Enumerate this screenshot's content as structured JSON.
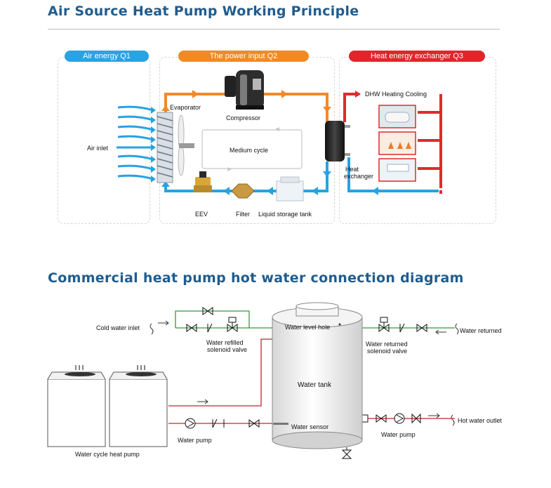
{
  "title_principle": "Air Source Heat Pump Working Principle",
  "title_connection": "Commercial heat pump hot water connection diagram",
  "sections": {
    "air_energy": "Air energy Q1",
    "power_input": "The power input Q2",
    "heat_exchanger": "Heat energy exchanger Q3"
  },
  "principle_labels": {
    "evaporator": "Evaporator",
    "compressor": "Compressor",
    "air_inlet": "Air inlet",
    "medium_cycle": "Medium cycle",
    "eev": "EEV",
    "filter": "Filter",
    "liquid_storage_tank": "Liquid storage tank",
    "heat_exchanger_line1": "Heat",
    "heat_exchanger_line2": "exchanger",
    "dhw": "DHW Heating Cooling"
  },
  "connection_labels": {
    "cold_water_inlet": "Cold water inlet",
    "water_refilled_line1": "Water refilled",
    "water_refilled_line2": "solenoid valve",
    "water_level_hole": "Water level hole",
    "water_returned_valve_line1": "Water returned",
    "water_returned_valve_line2": "solenoid valve",
    "water_returned": "Water returned",
    "water_tank": "Water tank",
    "water_sensor": "Water sensor",
    "hot_water_outlet": "Hot water outlet",
    "water_pump_left": "Water pump",
    "water_pump_right": "Water pump",
    "water_cycle_heat_pump": "Water cycle heat pump"
  },
  "colors": {
    "heading": "#1f5c8e",
    "air_energy": "#2aa3e3",
    "power_input": "#f08a24",
    "heat_exchanger": "#e0262b",
    "pipe_orange": "#f0892a",
    "pipe_blue": "#27a2e1",
    "pipe_red": "#e02a2e",
    "cold_line": "#2f9a3c",
    "hot_line": "#c1272d"
  }
}
